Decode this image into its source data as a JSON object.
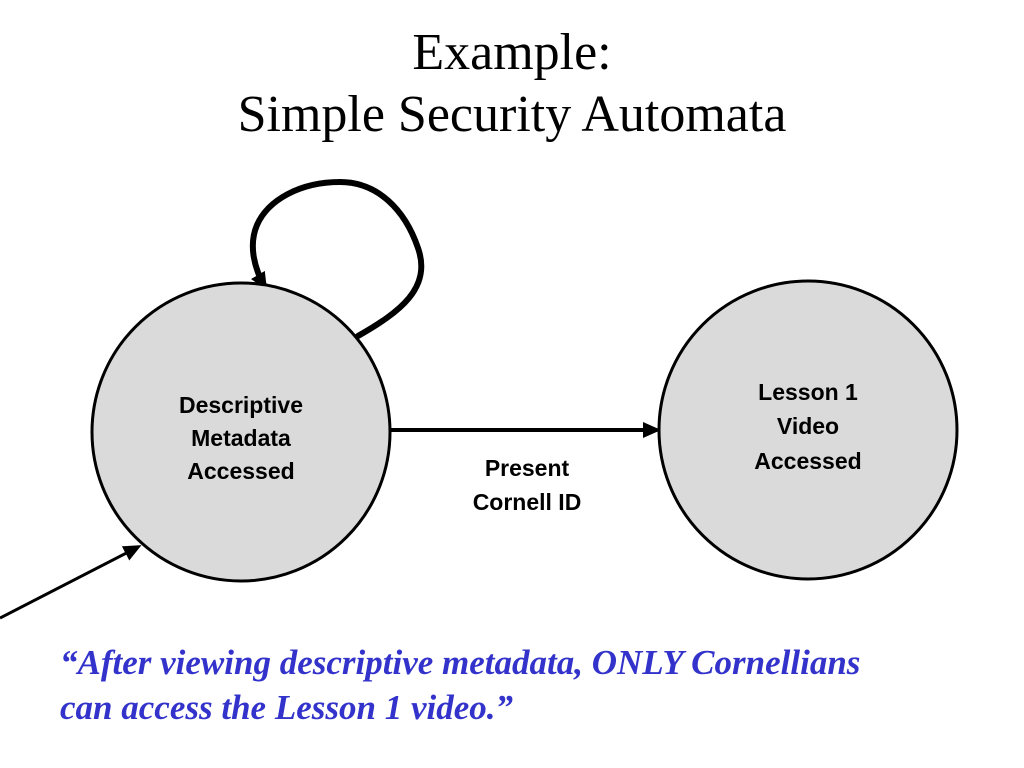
{
  "title": {
    "line1": "Example:",
    "line2": "Simple Security Automata"
  },
  "states": {
    "metadata": {
      "line1": "Descriptive",
      "line2": "Metadata",
      "line3": "Accessed"
    },
    "video": {
      "line1": "Lesson 1",
      "line2": "Video",
      "line3": "Accessed"
    }
  },
  "transition": {
    "line1": "Present",
    "line2": "Cornell ID"
  },
  "quote": {
    "line1": "“After viewing descriptive metadata, ONLY Cornellians",
    "line2": "can access the Lesson 1 video.”"
  },
  "colors": {
    "state_fill": "#dadada",
    "quote_text": "#3333cc"
  }
}
